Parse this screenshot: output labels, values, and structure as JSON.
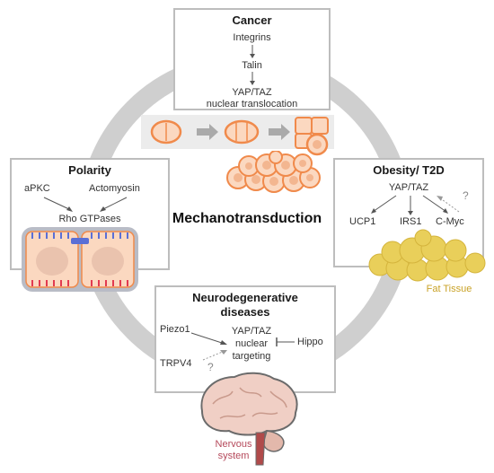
{
  "center_title": "Mechanotransduction",
  "cancer": {
    "title": "Cancer",
    "step1": "Integrins",
    "step2": "Talin",
    "step3": "YAP/TAZ",
    "step4": "nuclear translocation"
  },
  "polarity": {
    "title": "Polarity",
    "left": "aPKC",
    "right": "Actomyosin",
    "bottom": "Rho GTPases"
  },
  "obesity": {
    "title": "Obesity/ T2D",
    "top": "YAP/TAZ",
    "a": "UCP1",
    "b": "IRS1",
    "c": "C-Myc",
    "question": "?",
    "tissue_label": "Fat Tissue"
  },
  "neuro": {
    "title_line1": "Neurodegenerative",
    "title_line2": "diseases",
    "piezo": "Piezo1",
    "trpv": "TRPV4",
    "question": "?",
    "center1": "YAP/TAZ",
    "center2": "nuclear",
    "center3": "targeting",
    "hippo": "Hippo",
    "system_line1": "Nervous",
    "system_line2": "system"
  },
  "colors": {
    "ring": "#cfcfcf",
    "panel_border": "#bdbdbd",
    "cell_orange": "#f08a4b",
    "cell_fill": "#fbd8c0",
    "fat_yellow": "#e9cf5a",
    "fat_label": "#c9a227",
    "brain_pink": "#e7b9ad",
    "system_label": "#b5495b",
    "polarity_blue": "#5a6fd6",
    "polarity_red": "#e23a50"
  }
}
